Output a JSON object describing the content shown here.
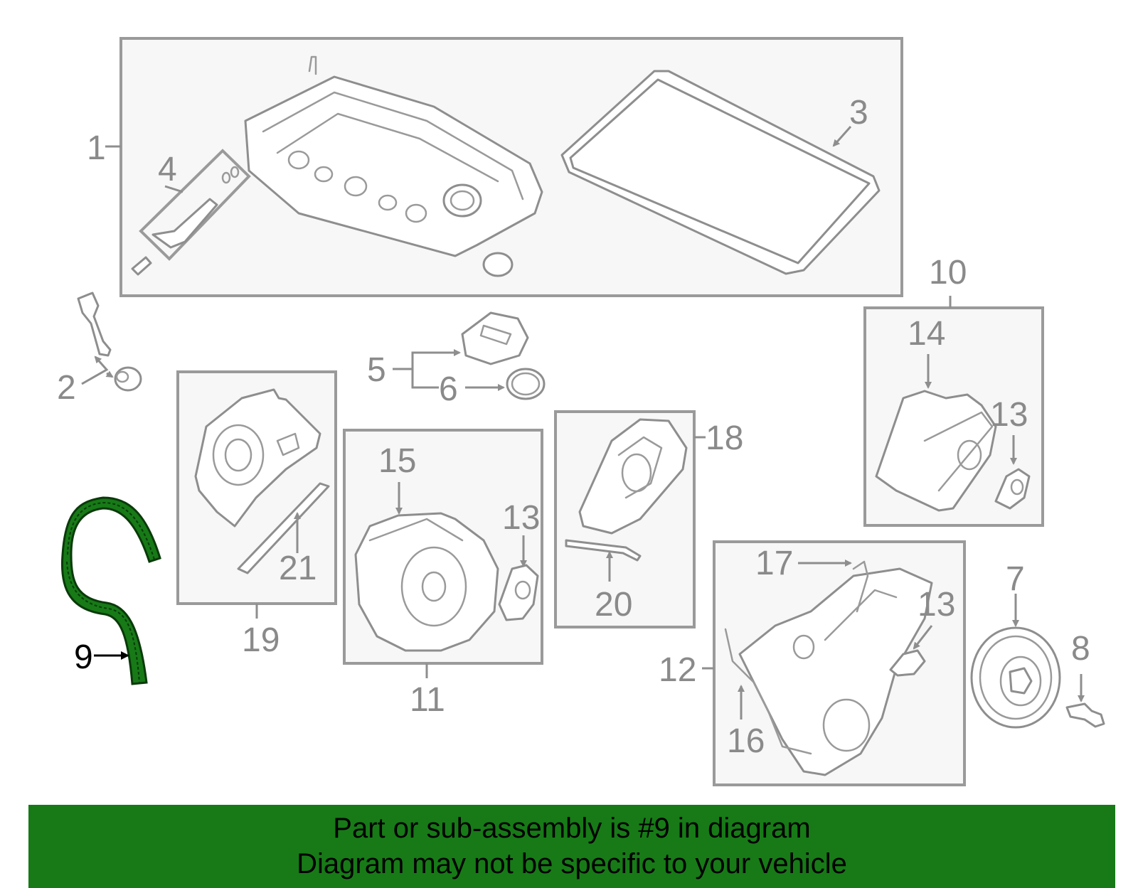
{
  "callouts": {
    "c1": "1",
    "c2": "2",
    "c3": "3",
    "c4": "4",
    "c5": "5",
    "c6": "6",
    "c7": "7",
    "c8": "8",
    "c9": "9",
    "c10": "10",
    "c11": "11",
    "c12": "12",
    "c13a": "13",
    "c13b": "13",
    "c13c": "13",
    "c14": "14",
    "c15": "15",
    "c16": "16",
    "c17": "17",
    "c18": "18",
    "c19": "19",
    "c20": "20",
    "c21": "21"
  },
  "highlight": {
    "part_number": "9",
    "color": "#177a17"
  },
  "banner": {
    "line1": "Part or sub-assembly is #9 in diagram",
    "line2": "Diagram may not be specific to your vehicle",
    "background": "#177a17"
  }
}
